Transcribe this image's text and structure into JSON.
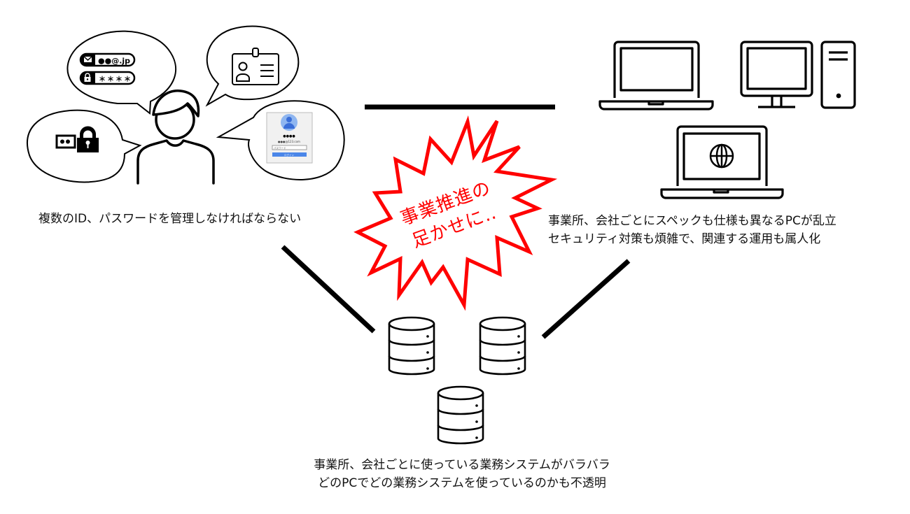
{
  "colors": {
    "line": "#000000",
    "burst": "#ff0000",
    "avatar_blue": "#5b8fe6",
    "avatar_light": "#8fb6f0",
    "button_blue": "#4a86e8"
  },
  "person_group": {
    "icon": "person-icon",
    "bubbles": [
      {
        "name": "credentials-bubble",
        "icon": "email-password-fields-icon",
        "email_field": "●●@.jp",
        "password_field": "＊＊＊＊"
      },
      {
        "name": "id-card-bubble",
        "icon": "id-card-icon"
      },
      {
        "name": "key-lock-bubble",
        "icon": "key-lock-icon"
      },
      {
        "name": "login-screen-bubble",
        "icon": "login-screen-icon",
        "login": {
          "username": "●●●●",
          "account": "●●●@123.com",
          "password_placeholder": "パスワード",
          "button": "ログイン"
        }
      }
    ],
    "caption": "複数のID、パスワードを管理しなければならない"
  },
  "devices_group": {
    "icons": [
      "laptop-icon",
      "desktop-monitor-icon",
      "pc-tower-icon",
      "laptop-globe-icon"
    ],
    "caption_lines": [
      "事業所、会社ごとにスペックも仕様も異なるPCが乱立",
      "セキュリティ対策も煩雑で、関連する運用も属人化"
    ]
  },
  "systems_group": {
    "icons": [
      "database-icon",
      "database-icon",
      "database-icon"
    ],
    "caption_lines": [
      "事業所、会社ごとに使っている業務システムがバラバラ",
      "どのPCでどの業務システムを使っているのかも不透明"
    ]
  },
  "burst": {
    "lines": [
      "事業推進の",
      "足かせに‥"
    ]
  }
}
